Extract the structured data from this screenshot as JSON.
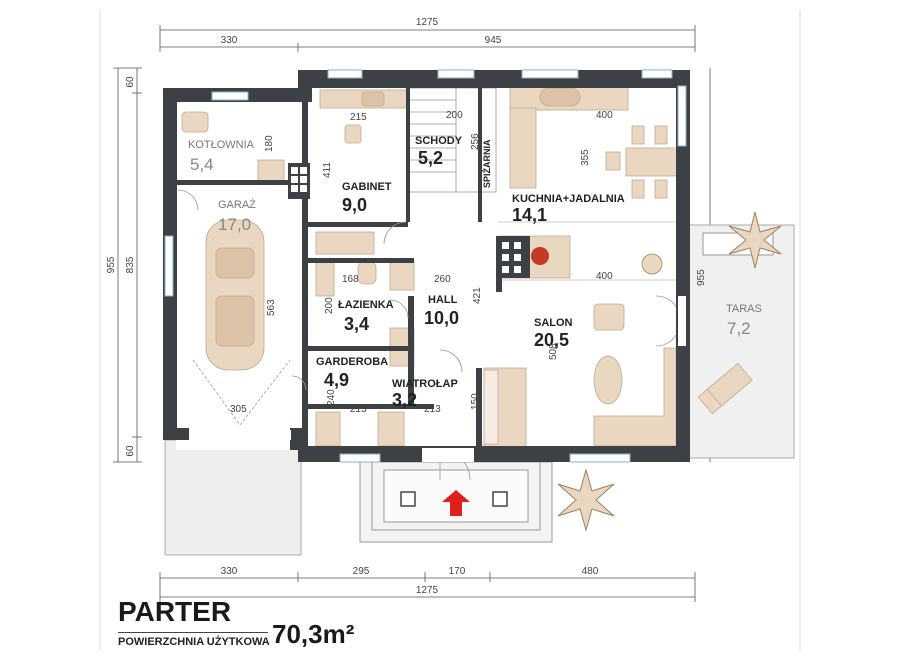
{
  "title": "PARTER",
  "subtitle": "POWIERZCHNIA UŻYTKOWA",
  "total_area": "70,3m²",
  "dims": {
    "top_total": "1275",
    "top_left": "330",
    "top_right": "945",
    "bottom_total": "1275",
    "bottom_a": "330",
    "bottom_b": "295",
    "bottom_c": "170",
    "bottom_d": "480",
    "left_total": "955",
    "left_inner": "835",
    "left_top": "60",
    "left_bottom": "60",
    "right_total": "955"
  },
  "rooms": {
    "kotlownia": {
      "name": "KOTŁOWNIA",
      "area": "5,4"
    },
    "garaz": {
      "name": "GARAŻ",
      "area": "17,0"
    },
    "gabinet": {
      "name": "GABINET",
      "area": "9,0"
    },
    "schody": {
      "name": "SCHODY",
      "area": "5,2"
    },
    "spizarnia": {
      "name": "SPIŻARNIA"
    },
    "kuchnia": {
      "name": "KUCHNIA+JADALNIA",
      "area": "14,1"
    },
    "lazienka": {
      "name": "ŁAZIENKA",
      "area": "3,4"
    },
    "hall": {
      "name": "HALL",
      "area": "10,0"
    },
    "salon": {
      "name": "SALON",
      "area": "20,5"
    },
    "garderoba": {
      "name": "GARDEROBA",
      "area": "4,9"
    },
    "wiatrolap": {
      "name": "WIATROŁAP",
      "area": "3,2"
    },
    "taras": {
      "name": "TARAS",
      "area": "7,2"
    }
  },
  "inner_dims": {
    "kotl_h": "180",
    "gab_w": "215",
    "gab_h": "411",
    "sch_w": "200",
    "spiz_h": "256",
    "kuch_w": "400",
    "kuch_h": "355",
    "laz_w": "168",
    "laz_h": "200",
    "hall_w": "260",
    "hall_h": "421",
    "salon_w": "400",
    "salon_h": "508",
    "gar_h": "563",
    "gar_w": "305",
    "garder_h": "240",
    "garder_w": "215",
    "wiatr_w": "213",
    "wiatr_h": "150",
    "taras_h": "955"
  },
  "colors": {
    "wall": "#3d4145",
    "furniture": "#ead7c2",
    "arrow": "#e0201b",
    "terrace": "#eeeeee"
  }
}
